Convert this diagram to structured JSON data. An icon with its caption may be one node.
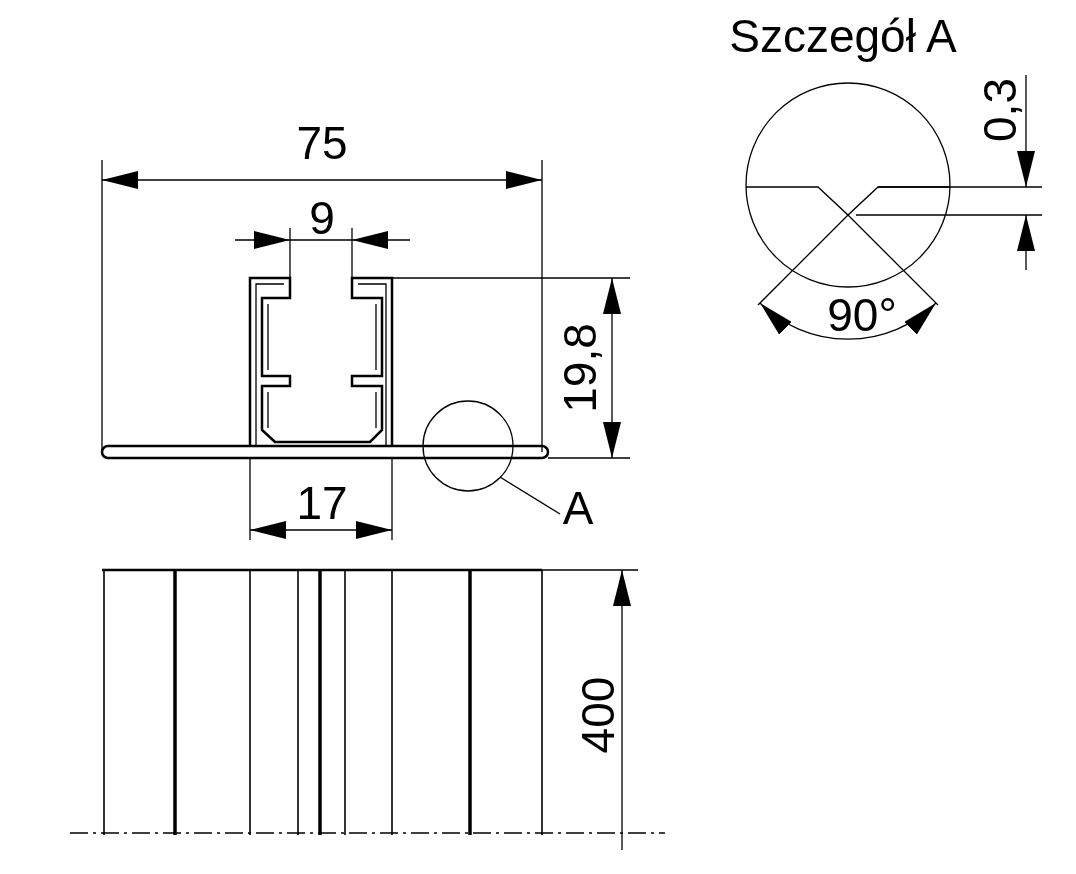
{
  "diagram": {
    "nodes": [
      {
        "text": [
          "A"
        ]
      },
      {
        "text": [],
        "shape": "circle"
      }
    ],
    "edges": [
      {
        "from": 0,
        "to": 1,
        "arrow": "none"
      }
    ],
    "labels": [
      "Szczegół A",
      "75",
      "9",
      "19,8",
      "17",
      "0,3",
      "90°",
      "400"
    ]
  }
}
